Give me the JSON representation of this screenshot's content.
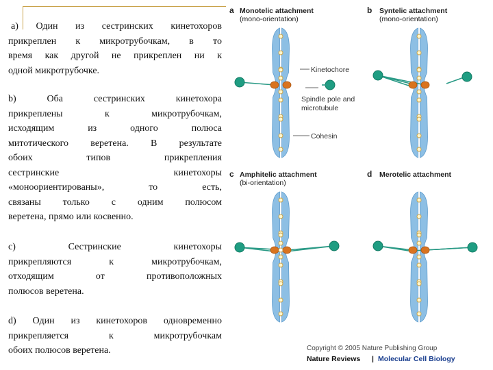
{
  "left_text": {
    "a": [
      "a) Один из сестринских кинетохоров",
      "прикреплен к микротрубочкам, в то",
      "время как другой не прикреплен ни к",
      "одной микротрубочке."
    ],
    "b": [
      "b) Оба сестринских кинетохора",
      "прикреплены к микротрубочкам,",
      "исходящим из одного полюса",
      "митотического веретена. В результате",
      "обоих типов прикрепления",
      "сестринские кинетохоры",
      "«моноориентированы», то есть,",
      "связаны только с одним полюсом",
      "веретена, прямо или косвенно."
    ],
    "c": [
      "c) Сестринские кинетохоры",
      "прикрепляются к микротрубочкам,",
      "отходящим от противоположных",
      "полюсов веретена."
    ],
    "d": [
      "d) Один из кинетохоров одновременно",
      "прикрепляется к микротрубочкам",
      "обоих полюсов веретена."
    ]
  },
  "figure": {
    "panels": [
      {
        "letter": "a",
        "title": "Monotelic attachment",
        "subtitle": "(mono-orientation)"
      },
      {
        "letter": "b",
        "title": "Syntelic attachment",
        "subtitle": "(mono-orientation)"
      },
      {
        "letter": "c",
        "title": "Amphitelic attachment",
        "subtitle": "(bi-orientation)"
      },
      {
        "letter": "d",
        "title": "Merotelic attachment",
        "subtitle": ""
      }
    ],
    "labels": {
      "kinetochore": "Kinetochore",
      "spindle1": "Spindle pole and",
      "spindle2": "microtubule",
      "cohesin": "Cohesin"
    },
    "copyright": "Copyright © 2005 Nature Publishing Group",
    "journal_left": "Nature Reviews",
    "journal_sep": "|",
    "journal_right": "Molecular Cell Biology"
  },
  "colors": {
    "chromatid": "#8dbfe4",
    "chromatid_edge": "#5f9ccc",
    "kinetochore": "#d9731f",
    "pole": "#1f9d82",
    "microtubule": "#2a9a86",
    "cohesin_fill": "#fff7cf",
    "cohesin_edge": "#c9a24a",
    "text": "#111111"
  }
}
